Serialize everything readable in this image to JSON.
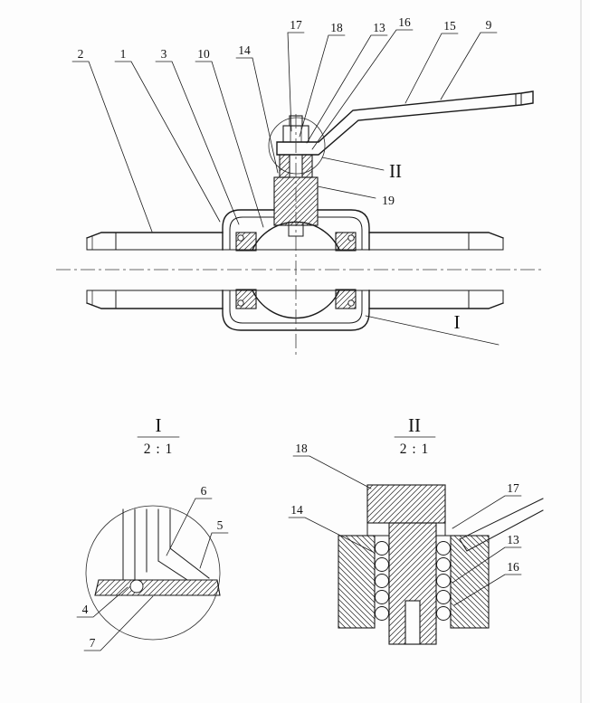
{
  "main_view": {
    "callouts": {
      "c2": "2",
      "c1": "1",
      "c3": "3",
      "c10": "10",
      "c14": "14",
      "c17": "17",
      "c18": "18",
      "c13": "13",
      "c16": "16",
      "c15": "15",
      "c9": "9",
      "c19": "19"
    },
    "detail_ref_ii": "II",
    "detail_ref_i": "I"
  },
  "detail_i": {
    "title": "I",
    "scale": "2 : 1",
    "callouts": {
      "c6": "6",
      "c5": "5",
      "c4": "4",
      "c7": "7"
    }
  },
  "detail_ii": {
    "title": "II",
    "scale": "2 : 1",
    "callouts": {
      "c18": "18",
      "c17": "17",
      "c14": "14",
      "c13": "13",
      "c16": "16"
    }
  },
  "colors": {
    "ink": "#1a1a1a",
    "paper": "#fdfdfd"
  }
}
